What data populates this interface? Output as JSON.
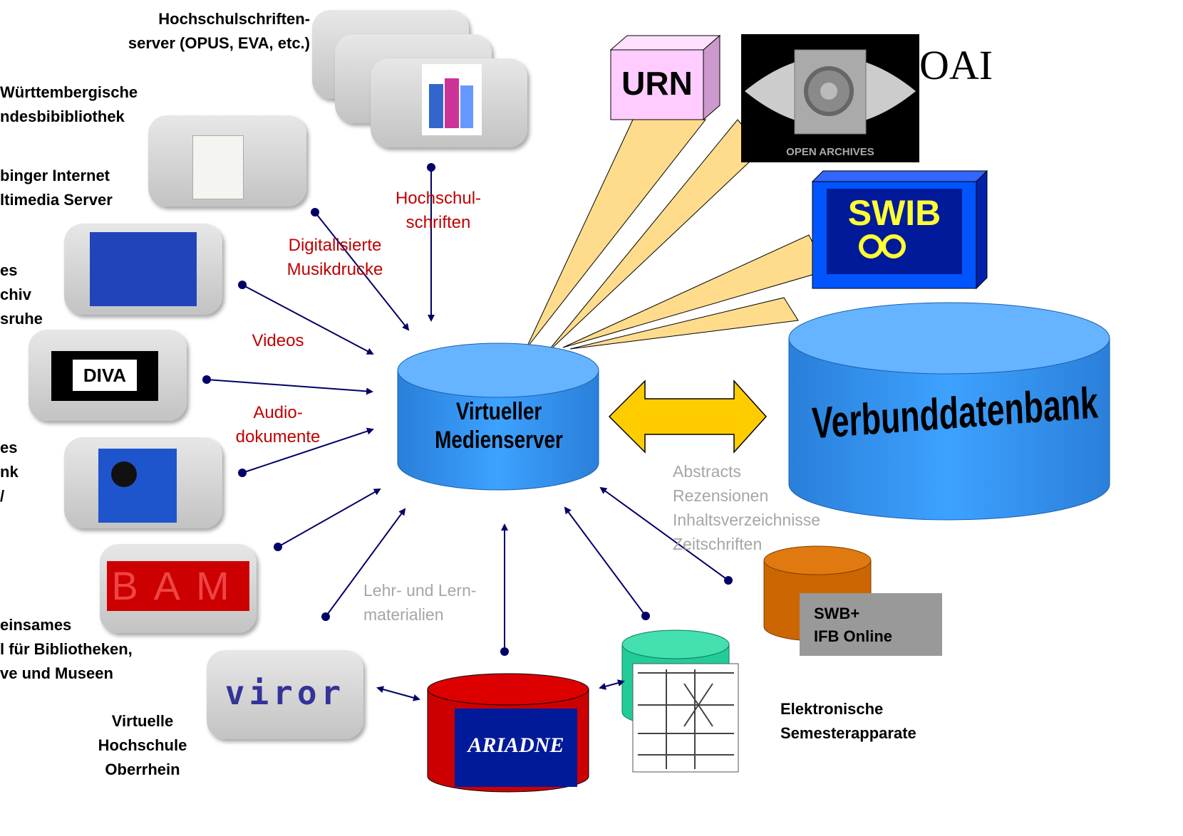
{
  "source_labels": {
    "hochschulschriftenserver": "Hochschulschriften-\nserver (OPUS, EVA, etc.)",
    "landesbibliothek": "Württembergische\nndesbibibliothek",
    "tuebinger": "binger Internet\nltimedia Server",
    "archiv": "es\nchiv\nsruhe",
    "bank": "es\nnk\n/",
    "gemeinsames": "einsames\nl für Bibliotheken,\nve und Museen",
    "viror_label": "Virtuelle\nHochschule\nOberrhein",
    "elektronische": "Elektronische\nSemesterapparate"
  },
  "flow_labels": {
    "hochschulschriften": "Hochschul-\nschriften",
    "musikdrucke": "Digitalisierte\nMusikdrucke",
    "videos": "Videos",
    "audio": "Audio-\ndokumente",
    "lehr": "Lehr- und Lern-\nmaterialien",
    "abstracts": "Abstracts\nRezensionen\nInhaltsverzeichnisse\nZeitschriften"
  },
  "logos": {
    "urn": "URN",
    "oai_title": "OAI",
    "open_archives": "OPEN ARCHIVES",
    "swib": "SWIB",
    "diva": "DIVA",
    "bam": "BAM",
    "viror": "viror",
    "ariadne": "ARIADNE"
  },
  "nodes": {
    "medienserver": "Virtueller\nMedienserver",
    "verbunddatenbank": "Verbunddatenbank",
    "swb_plus": "SWB+\nIFB Online"
  },
  "colors": {
    "cylinder_blue": "#3399ff",
    "cylinder_top": "#66b3ff",
    "arrow_navy": "#000066",
    "double_arrow": "#ffcc00",
    "beam": "#ffdc8c",
    "urn_cube": "#ffccff",
    "swib_blue": "#0033cc",
    "label_red": "#c00000",
    "label_gray": "#a6a6a6"
  }
}
